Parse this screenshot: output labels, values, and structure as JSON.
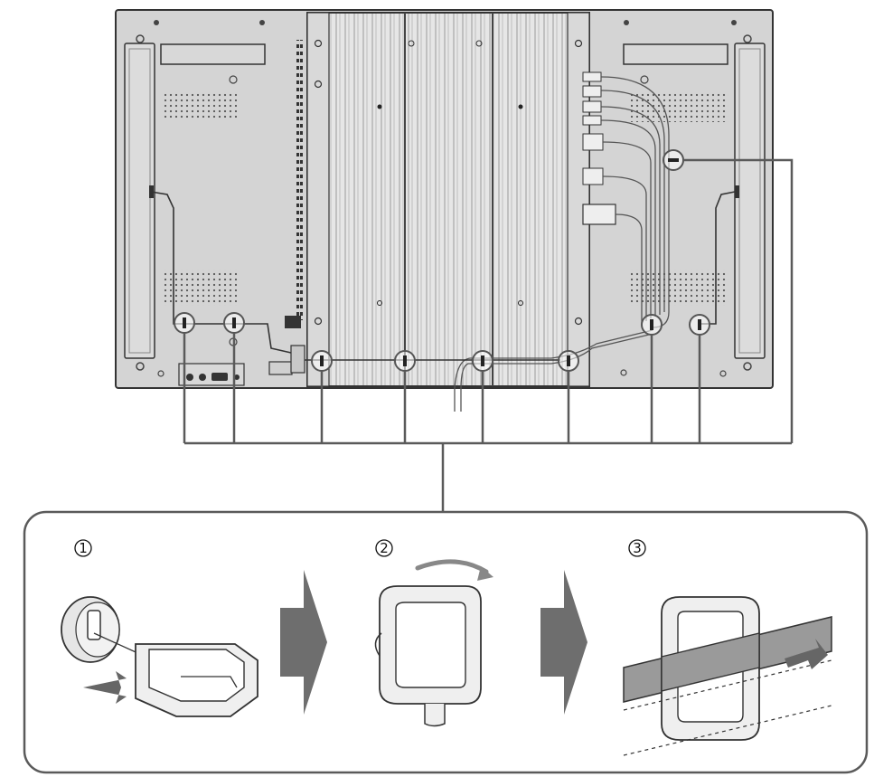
{
  "steps": [
    {
      "number": "1"
    },
    {
      "number": "2"
    },
    {
      "number": "3"
    }
  ],
  "colors": {
    "panel": "#d4d4d4",
    "heatsink": "#e3e3e3",
    "line": "#4a4a4a",
    "arrow": "#6e6e6e",
    "clamp": "#efefef"
  }
}
